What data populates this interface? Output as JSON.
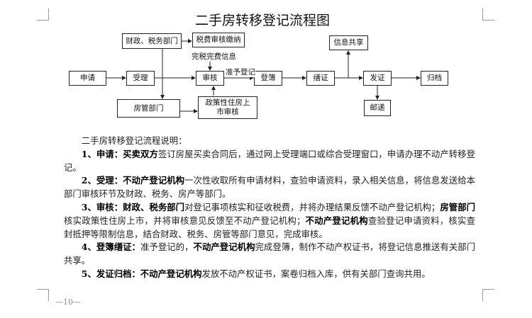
{
  "title": "二手房转移登记流程图",
  "flow": {
    "apply": "申请",
    "accept": "受理",
    "review": "审核",
    "register": "登簿",
    "print_cert": "缮证",
    "issue": "发证",
    "archive": "归档",
    "finance_tax": "财政、税务部门",
    "tax_review": "税费审核缴纳",
    "tax_info": "完税完费信息",
    "approve_label": "准予登记",
    "housing_dept": "房管部门",
    "policy_review": "政策性住房上市审核",
    "info_share": "信息共享",
    "mail": "邮递"
  },
  "explanation": {
    "heading": "二手房转移登记流程说明：",
    "paragraphs": [
      [
        {
          "t": "1、申请：买卖双方",
          "b": true
        },
        {
          "t": "签订房屋买卖合同后，通过网上受理端口或综合受理窗口，申请办理不动产转移登记。",
          "b": false
        }
      ],
      [
        {
          "t": "2、受理：不动产登记机构",
          "b": true
        },
        {
          "t": "一次性收取所有申请材料，查验申请资料，录入相关信息，将信息发送给本部门审核环节及财政、税务、房产等部门。",
          "b": false
        }
      ],
      [
        {
          "t": "3、审核：财政、税务部门",
          "b": true
        },
        {
          "t": "对登记事项核实和征收税费，并将办理结果反馈不动产登记机构；",
          "b": false
        },
        {
          "t": "房管部门",
          "b": true
        },
        {
          "t": "核实政策性住房上市，并将审核意见反馈至不动产登记机构；",
          "b": false
        },
        {
          "t": "不动产登记机构",
          "b": true
        },
        {
          "t": "查验登记申请资料，核实查封抵押等限制信息，结合财政、税务、房管等部门意见，完成审核。",
          "b": false
        }
      ],
      [
        {
          "t": "4、登簿缮证：",
          "b": true
        },
        {
          "t": "准予登记的，",
          "b": false
        },
        {
          "t": "不动产登记机构",
          "b": true
        },
        {
          "t": "完成登簿，制作不动产权证书，将登记信息推送有关部门共享。",
          "b": false
        }
      ],
      [
        {
          "t": "5、发证归档：不动产登记机构",
          "b": true
        },
        {
          "t": "发放不动产权证书，案卷归档入库，供有关部门查询共用。",
          "b": false
        }
      ]
    ]
  },
  "page_number": "—10—"
}
